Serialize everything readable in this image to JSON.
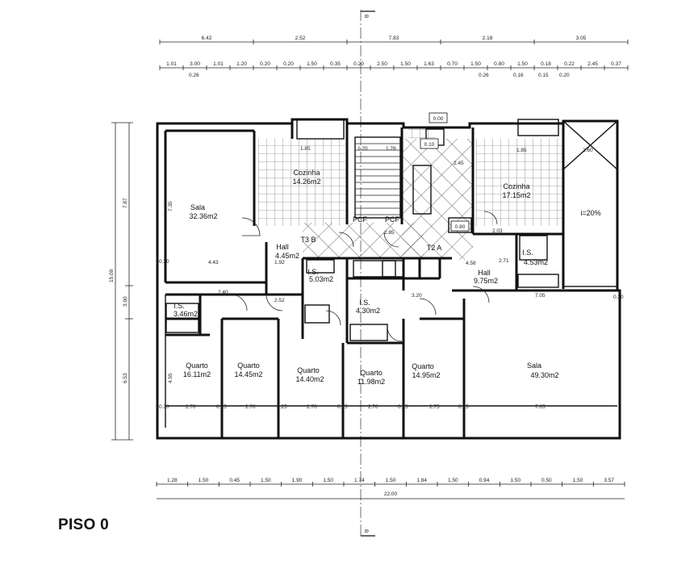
{
  "title": "PISO 0",
  "section_marks": {
    "top": "B",
    "bottom": "B"
  },
  "top_dims_row1": [
    "6.42",
    "2.52",
    "7.83",
    "2.18",
    "3.05"
  ],
  "top_dims_row2": [
    "1.01",
    "3.00",
    "1.01",
    "1.20",
    "0.20",
    "0.20",
    "1.50",
    "0.35",
    "0.20",
    "2.50",
    "1.50",
    "1.63",
    "0.70",
    "1.50",
    "0.80",
    "1.50",
    "0.18",
    "0.22",
    "2.45",
    "0.37"
  ],
  "top_dims_sub": [
    "0.26",
    "0.26",
    "0.16",
    "0.15",
    "0.20"
  ],
  "bottom_dims_row1": [
    "1.28",
    "1.50",
    "0.45",
    "1.50",
    "1.90",
    "1.50",
    "1.74",
    "1.50",
    "1.84",
    "1.50",
    "0.94",
    "1.50",
    "0.50",
    "1.50",
    "3.57"
  ],
  "bottom_total": "22.00",
  "left_dims_outer": "15.09",
  "left_dims_inner": [
    "7.87",
    "3.60",
    "6.53"
  ],
  "left_dims_room": [
    "7.35",
    "4.55"
  ],
  "rooms": [
    {
      "name": "Sala",
      "area": "32.36m2"
    },
    {
      "name": "Cozinha",
      "area": "14.26m2"
    },
    {
      "name": "Hall",
      "area": "4.45m2"
    },
    {
      "name": "I.S.",
      "area": "5.03m2"
    },
    {
      "name": "I.S.",
      "area": "3.46m2"
    },
    {
      "name": "I.S.",
      "area": "4.30m2"
    },
    {
      "name": "Quarto",
      "area": "16.11m2"
    },
    {
      "name": "Quarto",
      "area": "14.45m2"
    },
    {
      "name": "Quarto",
      "area": "14.40m2"
    },
    {
      "name": "Quarto",
      "area": "11.98m2"
    },
    {
      "name": "Quarto",
      "area": "14.95m2"
    },
    {
      "name": "Cozinha",
      "area": "17.15m2"
    },
    {
      "name": "I.S.",
      "area": "4.53m2"
    },
    {
      "name": "Hall",
      "area": "9.75m2"
    },
    {
      "name": "Sala",
      "area": "49.30m2"
    }
  ],
  "tags": [
    "T3 B",
    "T2 A",
    "PCF",
    "PCF",
    "i=20%"
  ],
  "levels": [
    "0.00",
    "0.10",
    "0.80"
  ],
  "inner_dims": [
    "4.43",
    "2.40",
    "2.52",
    "1.92",
    "3.20",
    "4.58",
    "2.70",
    "2.70",
    "2.70",
    "2.70",
    "2.75",
    "7.05",
    "7.05",
    "0.30",
    "0.30",
    "0.25",
    "0.25",
    "0.25",
    "0.25",
    "0.25",
    "0.30",
    "2.60",
    "2.45",
    "2.03",
    "2.71",
    "1.78",
    "1.20",
    "2.85",
    "1.85",
    "1.85"
  ]
}
